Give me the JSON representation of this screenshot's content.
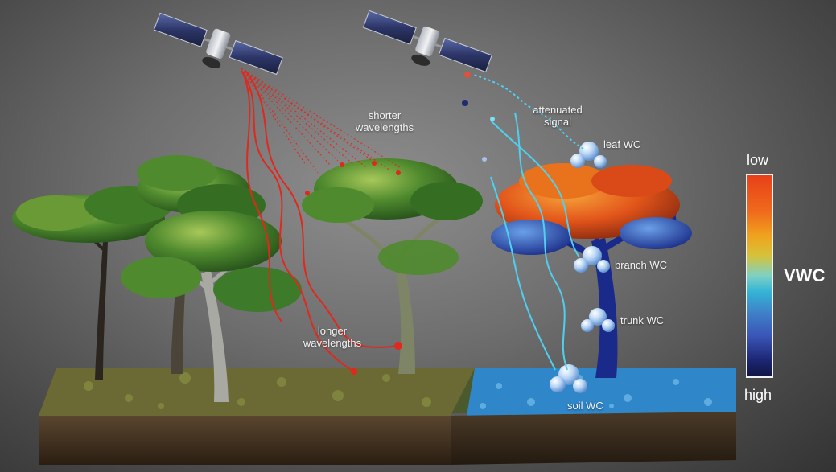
{
  "labels": {
    "shorter": "shorter\nwavelengths",
    "longer": "longer\nwavelengths",
    "attenuated": "attenuated\nsignal",
    "leaf": "leaf WC",
    "branch": "branch WC",
    "trunk": "trunk WC",
    "soil": "soil WC"
  },
  "scale": {
    "low": "low",
    "high": "high",
    "title": "VWC"
  },
  "colors": {
    "signal_red": "#e0281e",
    "signal_cyan": "#4fd0f0",
    "soil_wet": "#2f8fd0",
    "foliage_green": "#3d7a2a",
    "foliage_dry": "#e8641c"
  }
}
